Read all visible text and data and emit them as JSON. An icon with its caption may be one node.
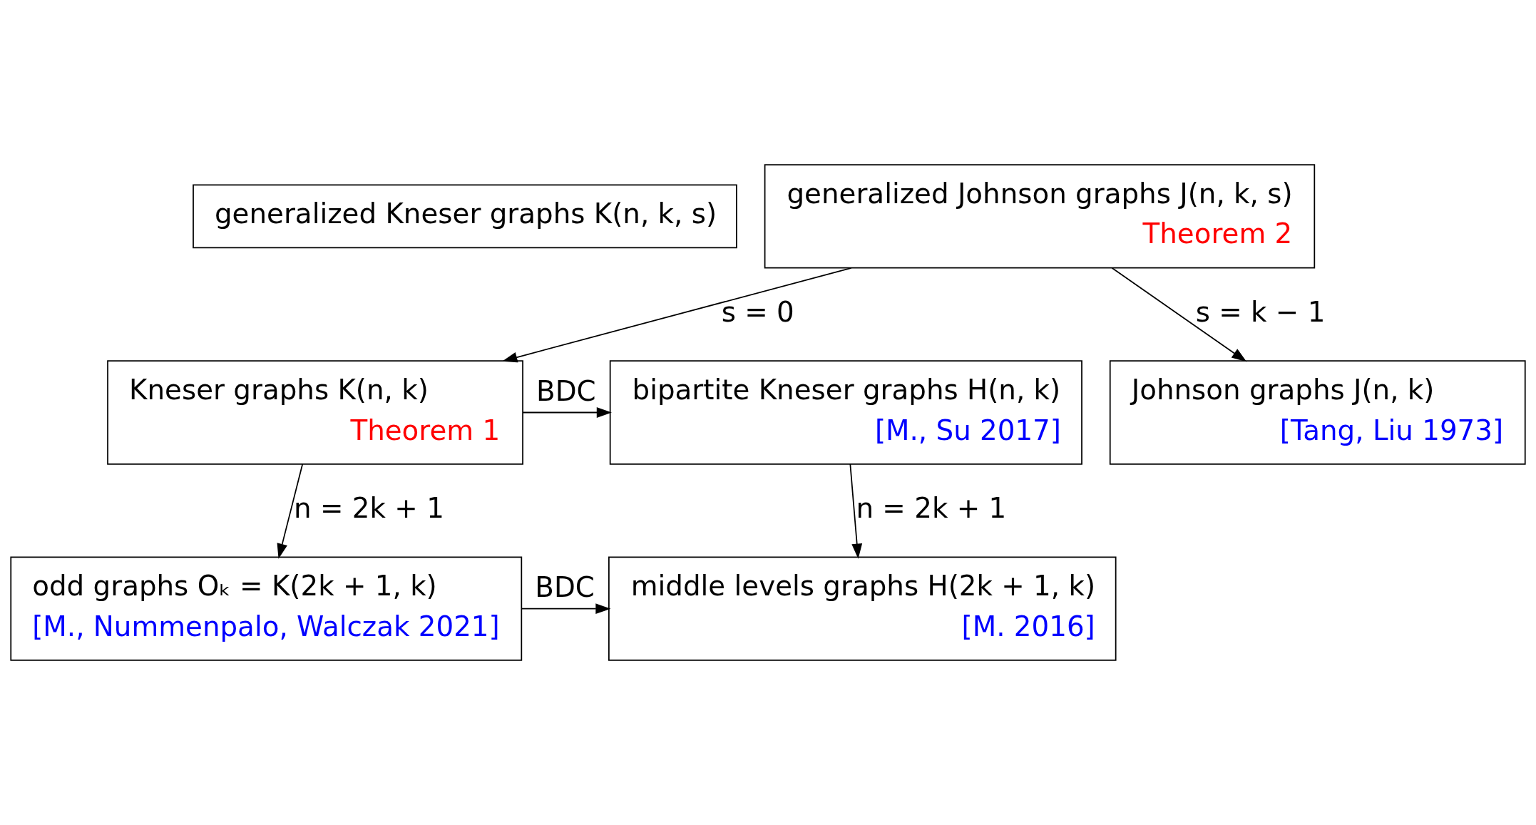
{
  "diagram": {
    "nodes": [
      {
        "text": [
          "generalized Kneser graphs K(n, k, s)"
        ]
      },
      {
        "text": [
          "generalized Johnson graphs J(n, k, s)",
          "Theorem 2"
        ]
      },
      {
        "text": [
          "bipartite Kneser graphs H(n, k)",
          "[M., Su 2017]"
        ]
      },
      {
        "text": [
          "Kneser graphs K(n, k)",
          "Theorem 1"
        ]
      },
      {
        "text": [
          "Johnson graphs J(n, k)",
          "[Tang, Liu 1973]"
        ]
      },
      {
        "text": [
          "middle levels graphs H(2k + 1, k)",
          "[M. 2016]"
        ]
      },
      {
        "text": [
          "odd graphs Oₖ = K(2k + 1, k)",
          "[M., Nummenpalo, Walczak 2021]"
        ]
      }
    ],
    "edges": [
      {
        "from": 1,
        "to": 3,
        "arrow": "to",
        "label": "s = 0"
      },
      {
        "from": 1,
        "to": 4,
        "arrow": "to",
        "label": "s = k − 1"
      },
      {
        "from": 3,
        "to": 2,
        "arrow": "to",
        "label": "BDC"
      },
      {
        "from": 2,
        "to": 5,
        "arrow": "to",
        "label": "n = 2k + 1"
      },
      {
        "from": 3,
        "to": 6,
        "arrow": "to",
        "label": "n = 2k + 1"
      },
      {
        "from": 6,
        "to": 5,
        "arrow": "to",
        "label": "BDC"
      }
    ]
  }
}
